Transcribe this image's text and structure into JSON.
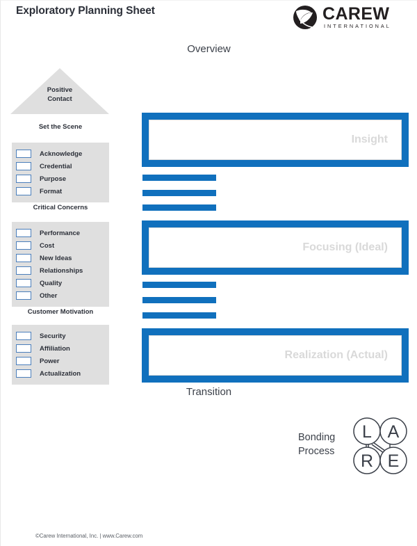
{
  "document": {
    "title": "Exploratory Planning Sheet",
    "footer": "©Carew International, Inc. | www.Carew.com"
  },
  "brand": {
    "logo_word": "CAREW",
    "logo_sub": "INTERNATIONAL",
    "logo_mark_name": "carew-leaf-circle-logo",
    "accent_blue": "#1070bd",
    "checkbox_blue": "#4a7ebb",
    "panel_gray": "#dfdfdf",
    "placeholder_gray": "#d9d9d9",
    "text_dark": "#2b2f38"
  },
  "flow": {
    "top_caption": "Overview",
    "bottom_caption": "Transition",
    "boxes": [
      {
        "label": "Insight"
      },
      {
        "label": "Focusing (Ideal)"
      },
      {
        "label": "Realization (Actual)"
      }
    ],
    "bar_groups": [
      {
        "count": 3
      },
      {
        "count": 3
      }
    ]
  },
  "left_column": {
    "apex": {
      "line1": "Positive",
      "line2": "Contact"
    },
    "groups": [
      {
        "heading": "Set the Scene",
        "items": [
          "Acknowledge",
          "Credential",
          "Purpose",
          "Format"
        ]
      },
      {
        "heading": "Critical Concerns",
        "items": [
          "Performance",
          "Cost",
          "New Ideas",
          "Relationships",
          "Quality",
          "Other"
        ]
      },
      {
        "heading": "Customer Motivation",
        "items": [
          "Security",
          "Affiliation",
          "Power",
          "Actualization"
        ]
      }
    ]
  },
  "bonding": {
    "label_line1": "Bonding",
    "label_line2": "Process",
    "nodes": [
      "L",
      "A",
      "R",
      "E"
    ]
  }
}
